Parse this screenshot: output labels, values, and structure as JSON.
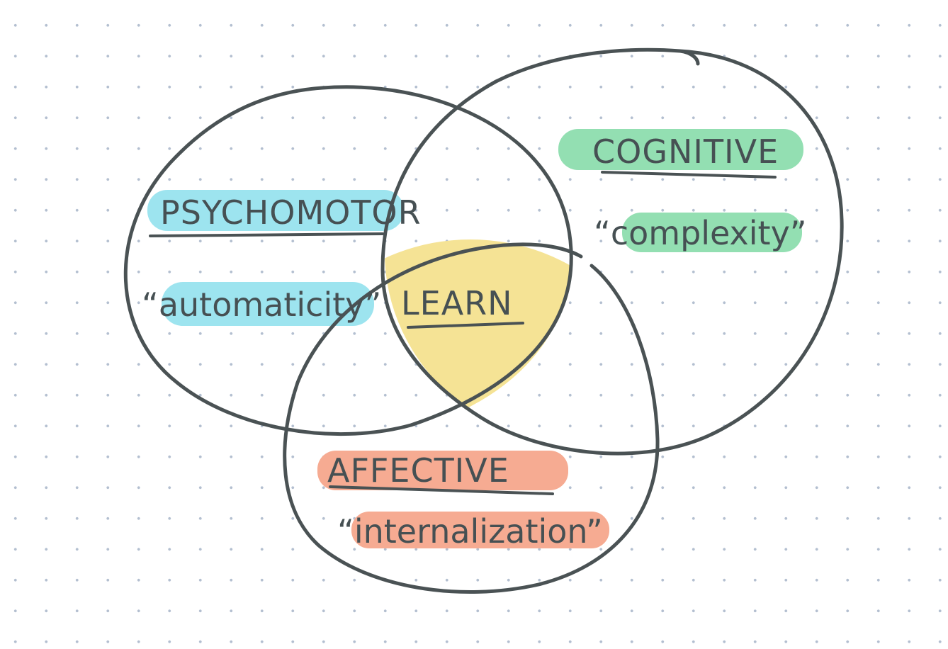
{
  "diagram": {
    "colors": {
      "ink": "#4a5254",
      "psychomotor_highlight": "#9de4ef",
      "cognitive_highlight": "#93dfb2",
      "affective_highlight": "#f6ab92",
      "center_highlight": "#f5e395",
      "dot_grid": "#b3bfd0"
    },
    "sets": {
      "psychomotor": {
        "title": "PSYCHOMOTOR",
        "keyword": "“automaticity”"
      },
      "cognitive": {
        "title": "COGNITIVE",
        "keyword": "“complexity”"
      },
      "affective": {
        "title": "AFFECTIVE",
        "keyword": "“internalization”"
      }
    },
    "center": {
      "label": "LEARN"
    }
  }
}
